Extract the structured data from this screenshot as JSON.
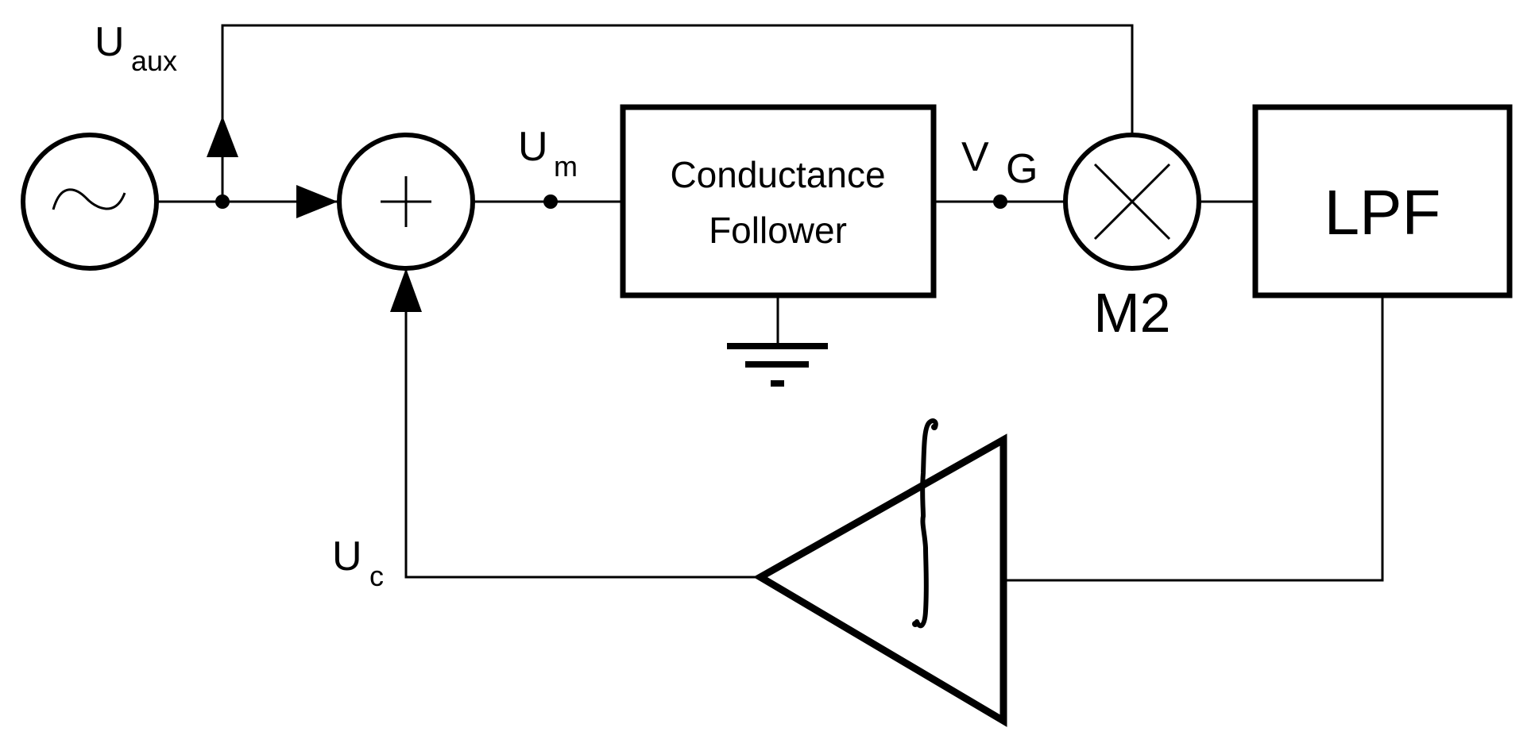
{
  "diagram": {
    "labels": {
      "u_aux_main": "U",
      "u_aux_sub": "aux",
      "u_m_main": "U",
      "u_m_sub": "m",
      "v_g_main": "V",
      "v_g_sub": "G",
      "u_c_main": "U",
      "u_c_sub": "c",
      "mixer_name": "M2"
    },
    "blocks": {
      "follower_line1": "Conductance",
      "follower_line2": "Follower",
      "lpf": "LPF"
    },
    "symbols": {
      "source": "sine-wave-source",
      "summer": "plus",
      "mixer": "multiply",
      "integrator": "integral",
      "ground": "ground"
    }
  }
}
